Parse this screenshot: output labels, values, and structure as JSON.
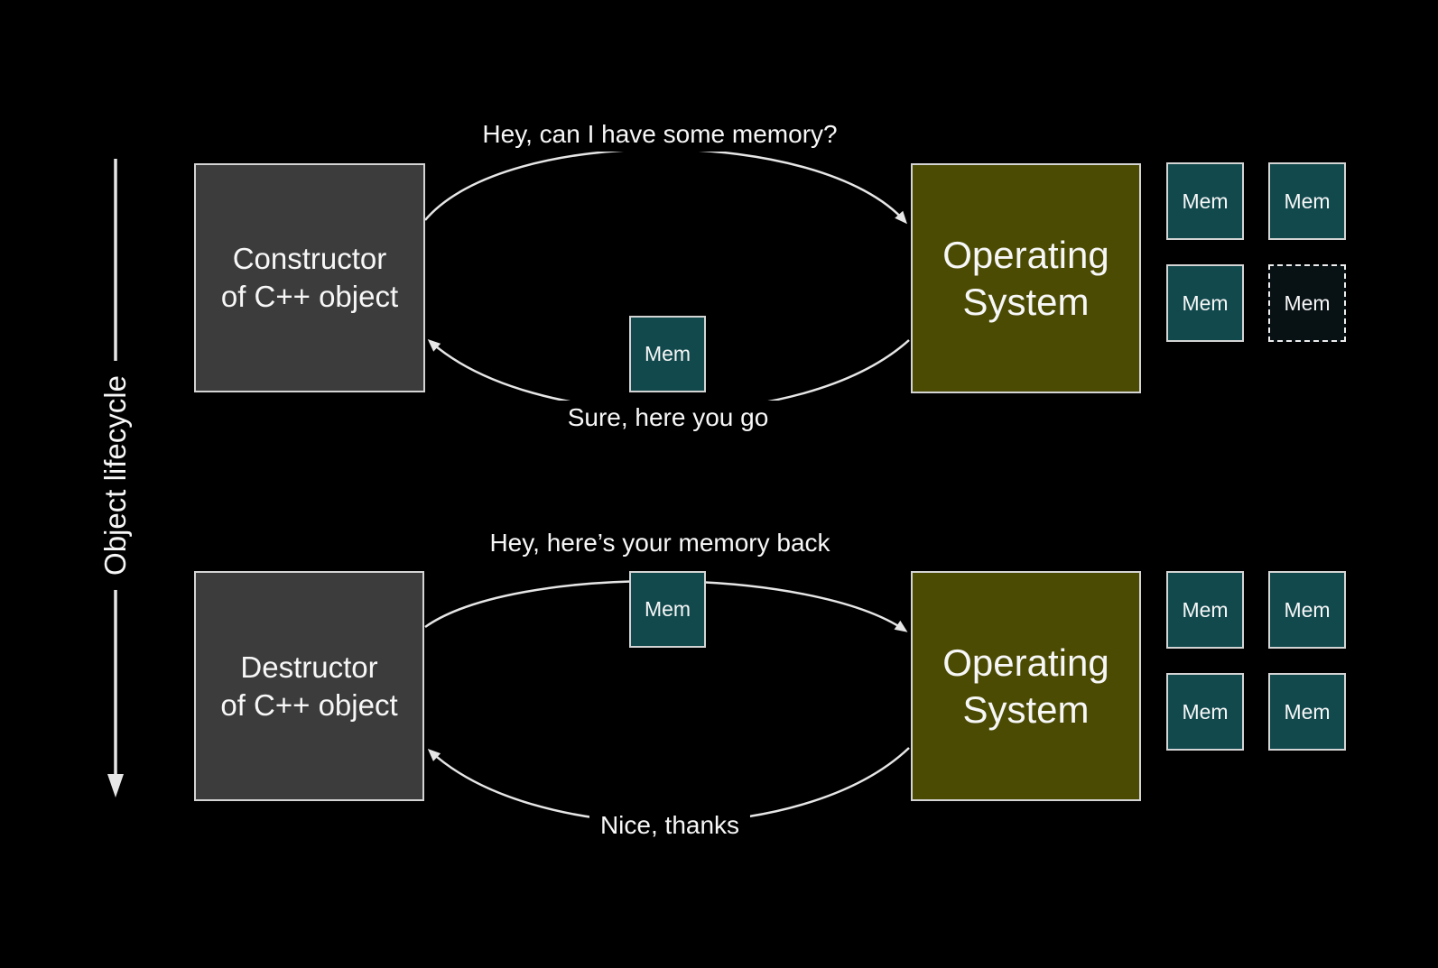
{
  "slide": {
    "background": "#000000",
    "palette": {
      "background": "#000000",
      "object_box_fill": "#3c3c3c",
      "os_box_fill": "#4b4b04",
      "mem_fill": "#11494d",
      "mem_empty_fill": "#081114",
      "box_border": "#d4d4d4",
      "dashed_border": "#eeeeee",
      "arrow_color": "#e6e6e6",
      "text_color": "#f7f7f7"
    },
    "lifecycle": {
      "label": "Object lifecycle"
    },
    "allocation": {
      "actor": {
        "line1": "Constructor",
        "line2": "of C++ object"
      },
      "os": {
        "line1": "Operating",
        "line2": "System"
      },
      "request_message": "Hey, can I have some memory?",
      "response_message": "Sure, here you go",
      "transfer_block": {
        "label": "Mem"
      },
      "os_memory_blocks": [
        {
          "label": "Mem",
          "state": "allocated"
        },
        {
          "label": "Mem",
          "state": "allocated"
        },
        {
          "label": "Mem",
          "state": "allocated"
        },
        {
          "label": "Mem",
          "state": "given-away"
        }
      ]
    },
    "deallocation": {
      "actor": {
        "line1": "Destructor",
        "line2": "of C++ object"
      },
      "os": {
        "line1": "Operating",
        "line2": "System"
      },
      "request_message": "Hey, here’s your memory back",
      "response_message": "Nice, thanks",
      "transfer_block": {
        "label": "Mem"
      },
      "os_memory_blocks": [
        {
          "label": "Mem",
          "state": "allocated"
        },
        {
          "label": "Mem",
          "state": "allocated"
        },
        {
          "label": "Mem",
          "state": "allocated"
        },
        {
          "label": "Mem",
          "state": "allocated"
        }
      ]
    }
  }
}
